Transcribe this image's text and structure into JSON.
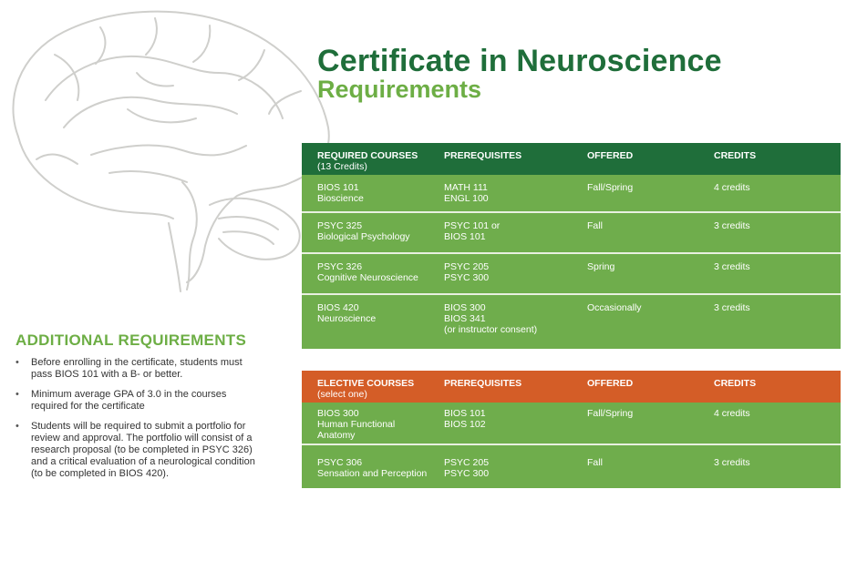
{
  "header": {
    "title": "Certificate in Neuroscience",
    "subtitle": "Requirements"
  },
  "colors": {
    "dark_green": "#1f6e3a",
    "light_green": "#6dae45",
    "row_green": "#6fad4c",
    "orange": "#d45d27"
  },
  "required": {
    "headers": {
      "col1": "REQUIRED COURSES",
      "col1_sub": "(13 Credits)",
      "col2": "PREREQUISITES",
      "col3": "OFFERED",
      "col4": "CREDITS"
    },
    "rows": [
      {
        "course": [
          "BIOS 101",
          "Bioscience"
        ],
        "prereq": [
          "MATH 111",
          "ENGL 100"
        ],
        "offered": "Fall/Spring",
        "credits": "4 credits"
      },
      {
        "course": [
          "PSYC 325",
          "Biological Psychology"
        ],
        "prereq": [
          "PSYC 101 or",
          "BIOS 101"
        ],
        "offered": "Fall",
        "credits": "3 credits"
      },
      {
        "course": [
          "PSYC 326",
          "Cognitive Neuroscience"
        ],
        "prereq": [
          "PSYC 205",
          "PSYC 300"
        ],
        "offered": "Spring",
        "credits": "3 credits"
      },
      {
        "course": [
          "BIOS 420",
          "Neuroscience"
        ],
        "prereq": [
          "BIOS 300",
          "BIOS 341",
          "(or instructor consent)"
        ],
        "offered": "Occasionally",
        "credits": "3 credits"
      }
    ]
  },
  "elective": {
    "headers": {
      "col1": "ELECTIVE COURSES",
      "col1_sub": "(select one)",
      "col2": "PREREQUISITES",
      "col3": "OFFERED",
      "col4": "CREDITS"
    },
    "rows": [
      {
        "course": [
          "BIOS 300",
          "Human Functional",
          "Anatomy"
        ],
        "prereq": [
          "BIOS 101",
          "BIOS 102"
        ],
        "offered": "Fall/Spring",
        "credits": "4 credits"
      },
      {
        "course": [
          "PSYC 306",
          "Sensation and Perception"
        ],
        "prereq": [
          "PSYC 205",
          "PSYC 300"
        ],
        "offered": "Fall",
        "credits": "3 credits"
      }
    ]
  },
  "additional": {
    "title": "ADDITIONAL REQUIREMENTS",
    "bullet": "•",
    "items": [
      "Before enrolling in the certificate, students must pass BIOS 101 with a B- or better.",
      "Minimum average GPA of 3.0 in the courses required for the certificate",
      "Students will be required to submit a portfolio for review and approval. The portfolio will consist of a research proposal (to be completed in PSYC 326) and a critical evaluation of a neurological condition (to be completed in BIOS 420)."
    ]
  }
}
